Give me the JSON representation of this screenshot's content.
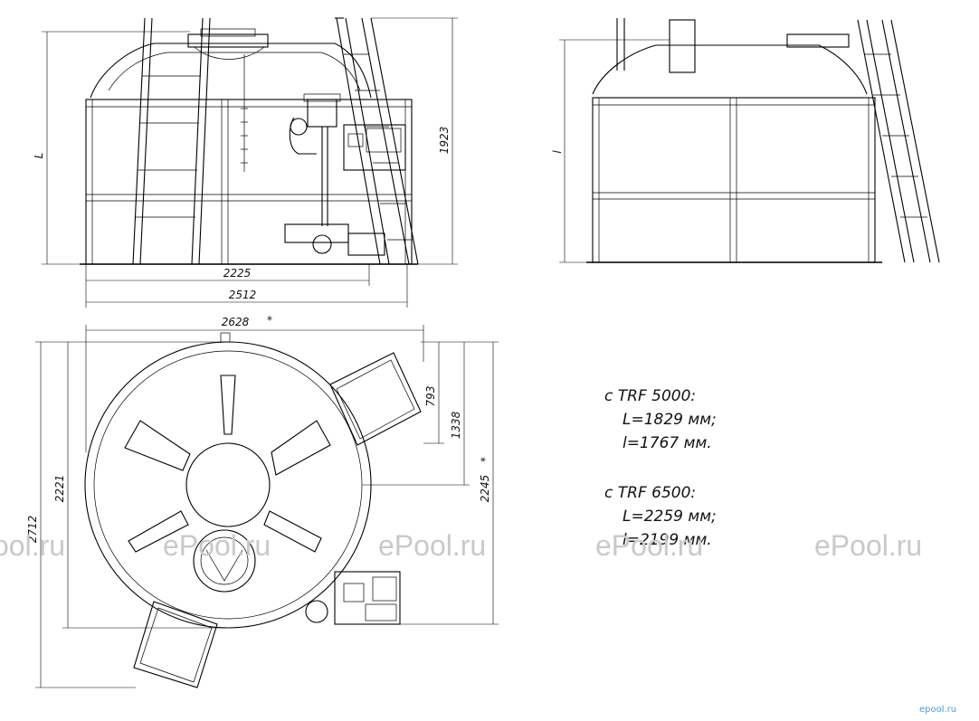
{
  "dimensions": {
    "front_height": "L",
    "front_full_height": "1923",
    "front_width_inner": "2225",
    "front_width_outer": "2512",
    "side_height": "l",
    "plan_overall_width": "2628",
    "plan_width_mark": "*",
    "plan_height_left": "2712",
    "plan_height_2221": "2221",
    "plan_793": "793",
    "plan_1338": "1338",
    "plan_2245": "2245",
    "plan_2245_mark": "*"
  },
  "notes": {
    "trf5000_title": "с TRF 5000:",
    "trf5000_L": "L=1829 мм;",
    "trf5000_l": "l=1767 мм.",
    "trf6500_title": "с TRF 6500:",
    "trf6500_L": "L=2259 мм;",
    "trf6500_l": "l=2199 мм."
  },
  "watermark": [
    "ool.ru",
    "ePool.ru",
    "ePool.ru",
    "ePool.ru",
    "ePool.ru"
  ],
  "logo_text": "epool.ru"
}
